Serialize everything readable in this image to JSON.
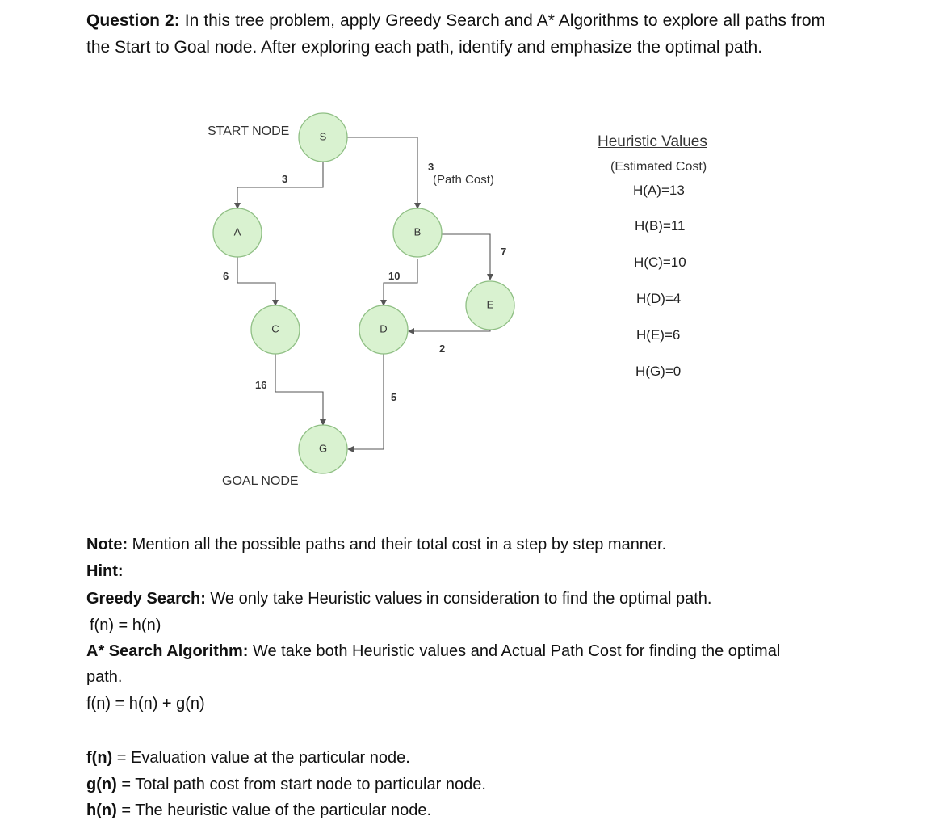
{
  "question": {
    "label": "Question 2:",
    "text": " In this tree problem, apply Greedy Search and A* Algorithms to explore all paths from the Start to Goal node. After exploring each path, identify and emphasize the optimal path."
  },
  "diagram": {
    "start_label": "START NODE",
    "goal_label": "GOAL NODE",
    "path_cost_label": "(Path Cost)",
    "nodes": {
      "S": "S",
      "A": "A",
      "B": "B",
      "C": "C",
      "D": "D",
      "E": "E",
      "G": "G"
    },
    "costs": {
      "SA": "3",
      "SB": "3",
      "AC": "6",
      "BE": "7",
      "BD": "10",
      "ED": "2",
      "CG": "16",
      "DG": "5"
    }
  },
  "heuristics": {
    "title": "Heuristic Values",
    "subtitle": "(Estimated Cost)",
    "items": [
      "H(A)=13",
      "H(B)=11",
      "H(C)=10",
      "H(D)=4",
      "H(E)=6",
      "H(G)=0"
    ]
  },
  "notes": {
    "note_label": "Note:",
    "note_text": " Mention all the possible paths and their total cost in a step by step manner.",
    "hint_label": "Hint:",
    "greedy_label": "Greedy Search:",
    "greedy_text": " We only take Heuristic values in consideration to find the optimal path.",
    "greedy_formula": "f(n) = h(n)",
    "astar_label": "A* Search Algorithm:",
    "astar_text": " We take both Heuristic values and Actual Path Cost for finding the optimal",
    "astar_text2": "path.",
    "astar_formula": "f(n) = h(n) + g(n)",
    "fn_label": "f(n)",
    "fn_text": " = Evaluation value at the particular node.",
    "gn_label": "g(n)",
    "gn_text": " = Total path cost from start node to particular node.",
    "hn_label": "h(n)",
    "hn_text": " = The heuristic value of the particular node."
  }
}
